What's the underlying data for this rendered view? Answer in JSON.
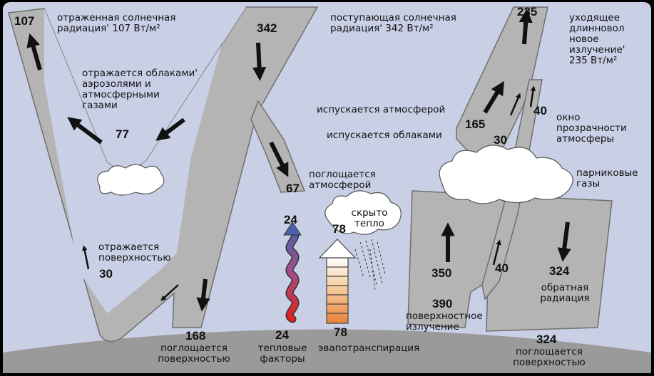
{
  "colors": {
    "sky": "#c9d0e6",
    "flow": "#b4b4b4",
    "flow_outline": "#6f6f6f",
    "ground": "#9a9a9a",
    "arrow": "#111111",
    "cloud": "#ffffff",
    "heat_top": "#4a5fa8",
    "heat_bottom": "#e0201a",
    "evap_fill": "#f5c38e"
  },
  "icons": [
    "arrow-icon",
    "cloud-icon",
    "wavy-heat-arrow-icon",
    "evaporation-arrow-icon",
    "rain-icon"
  ],
  "labels": {
    "reflected_solar": "отраженная солнечная\nрадиация' 107 Вт/м²",
    "incoming_solar": "поступающая солнечная\nрадиация' 342 Вт/м²",
    "outgoing_longwave": "уходящее\nдлинновол\nновое\nизлучение'\n235 Вт/м²",
    "reflected_by_clouds": "отражается облаками'\nаэрозолями и\nатмосферными\nгазами",
    "emitted_by_atmosphere": "испускается атмосферой",
    "emitted_by_clouds": "испускается облаками",
    "atmospheric_window": "окно\nпрозрачности\nатмосферы",
    "absorbed_by_atmosphere": "поглощается\nатмосферой",
    "greenhouse_gases": "парниковые\nгазы",
    "latent_heat": "скрыто\nтепло",
    "reflected_by_surface": "отражается\nповерхностью",
    "absorbed_by_surface_left": "поглощается\nповерхностью",
    "thermals": "тепловые\nфакторы",
    "evapotranspiration": "эвапотранспирация",
    "surface_radiation": "поверхностное\nизлучение",
    "back_radiation": "обратная\nрадиация",
    "absorbed_by_surface_right": "поглощается\nповерхностью"
  },
  "values": {
    "reflected_total": "107",
    "incoming": "342",
    "outgoing": "235",
    "reflected_clouds": "77",
    "absorbed_atmosphere": "67",
    "emitted_atmosphere": "165",
    "emitted_clouds": "30",
    "window_top": "40",
    "window_bottom": "40",
    "reflected_surface": "30",
    "absorbed_surface": "168",
    "thermals_top": "24",
    "thermals_bottom": "24",
    "latent_heat": "78",
    "evapotranspiration": "78",
    "surface_emission": "350",
    "surface_radiation": "390",
    "back_radiation": "324",
    "absorbed_surface_right": "324"
  }
}
